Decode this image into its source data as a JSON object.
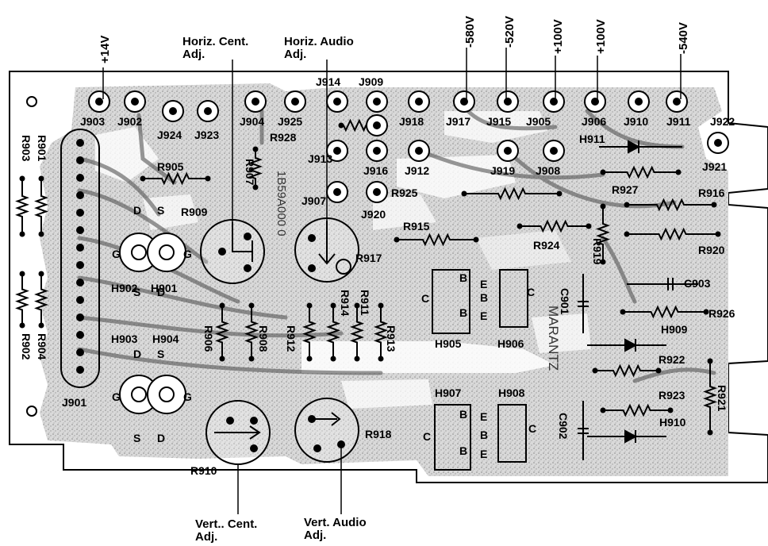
{
  "voltages": [
    {
      "id": "v14",
      "text": "+14V"
    },
    {
      "id": "v580",
      "text": "-580V"
    },
    {
      "id": "v520",
      "text": "-520V"
    },
    {
      "id": "v100a",
      "text": "+100V"
    },
    {
      "id": "v100b",
      "text": "+100V"
    },
    {
      "id": "v540",
      "text": "-540V"
    }
  ],
  "callouts": {
    "horiz_cent": [
      "Horiz. Cent.",
      "Adj."
    ],
    "horiz_audio": [
      "Horiz. Audio",
      "Adj."
    ],
    "vert_cent": [
      "Vert.. Cent.",
      "Adj."
    ],
    "vert_audio": [
      "Vert. Audio",
      "Adj."
    ]
  },
  "jacks": [
    {
      "id": "J903",
      "label": "J903"
    },
    {
      "id": "J902",
      "label": "J902"
    },
    {
      "id": "J924",
      "label": "J924"
    },
    {
      "id": "J923",
      "label": "J923"
    },
    {
      "id": "J904",
      "label": "J904"
    },
    {
      "id": "J925",
      "label": "J925"
    },
    {
      "id": "J914",
      "label": "J914"
    },
    {
      "id": "J909",
      "label": "J909"
    },
    {
      "id": "J918",
      "label": "J918"
    },
    {
      "id": "J917",
      "label": "J917"
    },
    {
      "id": "J915",
      "label": "J915"
    },
    {
      "id": "J905",
      "label": "J905"
    },
    {
      "id": "J906",
      "label": "J906"
    },
    {
      "id": "J910",
      "label": "J910"
    },
    {
      "id": "J911",
      "label": "J911"
    },
    {
      "id": "J922",
      "label": "J922"
    },
    {
      "id": "J913",
      "label": "J913"
    },
    {
      "id": "J916",
      "label": "J916"
    },
    {
      "id": "J912",
      "label": "J912"
    },
    {
      "id": "J919",
      "label": "J919"
    },
    {
      "id": "J908",
      "label": "J908"
    },
    {
      "id": "J921",
      "label": "J921"
    },
    {
      "id": "J907",
      "label": "J907"
    },
    {
      "id": "J920",
      "label": "J920"
    },
    {
      "id": "J901",
      "label": "J901"
    }
  ],
  "resistors": [
    {
      "id": "R901",
      "label": "R901"
    },
    {
      "id": "R903",
      "label": "R903"
    },
    {
      "id": "R902",
      "label": "R902"
    },
    {
      "id": "R904",
      "label": "R904"
    },
    {
      "id": "R905",
      "label": "R905"
    },
    {
      "id": "R907",
      "label": "R907"
    },
    {
      "id": "R909",
      "label": "R909"
    },
    {
      "id": "R928",
      "label": "R928"
    },
    {
      "id": "R906",
      "label": "R906"
    },
    {
      "id": "R908",
      "label": "R908"
    },
    {
      "id": "R912",
      "label": "R912"
    },
    {
      "id": "R914",
      "label": "R914"
    },
    {
      "id": "R911",
      "label": "R911"
    },
    {
      "id": "R913",
      "label": "R913"
    },
    {
      "id": "R925",
      "label": "R925"
    },
    {
      "id": "R915",
      "label": "R915"
    },
    {
      "id": "R924",
      "label": "R924"
    },
    {
      "id": "R917",
      "label": "R917"
    },
    {
      "id": "R918",
      "label": "R918"
    },
    {
      "id": "R910",
      "label": "R910"
    },
    {
      "id": "R919",
      "label": "R919"
    },
    {
      "id": "R927",
      "label": "R927"
    },
    {
      "id": "R916",
      "label": "R916"
    },
    {
      "id": "R920",
      "label": "R920"
    },
    {
      "id": "R926",
      "label": "R926"
    },
    {
      "id": "R922",
      "label": "R922"
    },
    {
      "id": "R923",
      "label": "R923"
    },
    {
      "id": "R921",
      "label": "R921"
    }
  ],
  "transistors": [
    {
      "id": "H902",
      "label": "H902"
    },
    {
      "id": "H901",
      "label": "H901"
    },
    {
      "id": "H903",
      "label": "H903"
    },
    {
      "id": "H904",
      "label": "H904"
    },
    {
      "id": "H905",
      "label": "H905"
    },
    {
      "id": "H906",
      "label": "H906"
    },
    {
      "id": "H907",
      "label": "H907"
    },
    {
      "id": "H908",
      "label": "H908"
    }
  ],
  "diodes": [
    {
      "id": "H911",
      "label": "H911"
    },
    {
      "id": "H909",
      "label": "H909"
    },
    {
      "id": "H910",
      "label": "H910"
    }
  ],
  "capacitors": [
    {
      "id": "C901",
      "label": "C901"
    },
    {
      "id": "C903",
      "label": "C903"
    },
    {
      "id": "C902",
      "label": "C902"
    }
  ],
  "pins": {
    "D": "D",
    "S": "S",
    "G": "G",
    "B": "B",
    "E": "E",
    "C": "C"
  },
  "board_text": {
    "part_number": "1B59A000 0",
    "brand": "MARANTZ"
  }
}
